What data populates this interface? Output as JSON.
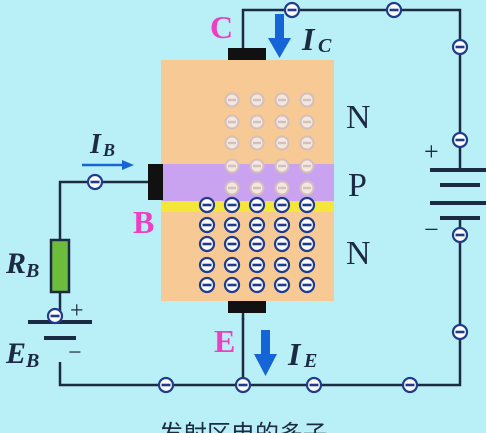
{
  "labels": {
    "collector": "C",
    "base": "B",
    "emitter": "E",
    "ic_main": "I",
    "ic_sub": "C",
    "ib_main": "I",
    "ib_sub": "B",
    "ie_main": "I",
    "ie_sub": "E",
    "rb_main": "R",
    "rb_sub": "B",
    "eb_main": "E",
    "eb_sub": "B",
    "region_top": "N",
    "region_mid": "P",
    "region_bottom": "N",
    "eb_plus": "+",
    "eb_minus": "−",
    "ec_plus": "+",
    "ec_minus": "−",
    "caption": "发射区电的多子"
  },
  "colors": {
    "background": "#b9f0f7",
    "semiconductor": "#f6c995",
    "p_region": "#c9a3ef",
    "junction": "#f5e63a",
    "wire": "#1c2a44",
    "electron_dark": "#1f3b8e",
    "electron_faded": "#d8c7c7",
    "arrow": "#1565d8",
    "terminal_label": "#ee3fc4",
    "resistor": "#6dbd3d"
  }
}
